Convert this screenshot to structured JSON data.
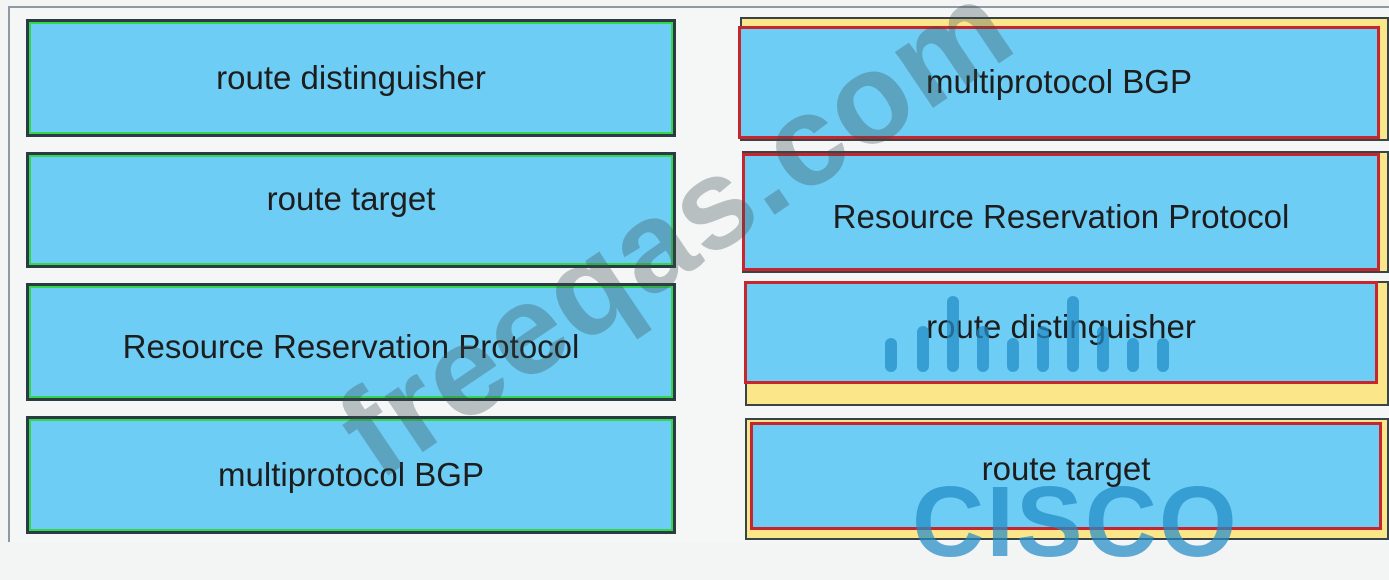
{
  "left_column": [
    {
      "label": "route distinguisher"
    },
    {
      "label": "route target"
    },
    {
      "label": "Resource Reservation Protocol"
    },
    {
      "label": "multiprotocol BGP"
    }
  ],
  "right_column": [
    {
      "label": "multiprotocol BGP"
    },
    {
      "label": "Resource Reservation Protocol"
    },
    {
      "label": "route distinguisher"
    },
    {
      "label": "route target"
    }
  ],
  "watermark": {
    "text": "freeqas.com"
  },
  "logo": {
    "wordmark": "CISCO",
    "icon": "cisco-bars-logo"
  },
  "colors": {
    "card_fill": "#6ecdf5",
    "correct_outline": "#32d84a",
    "incorrect_outline": "#c8262c",
    "drop_slot": "#fbe78a"
  }
}
